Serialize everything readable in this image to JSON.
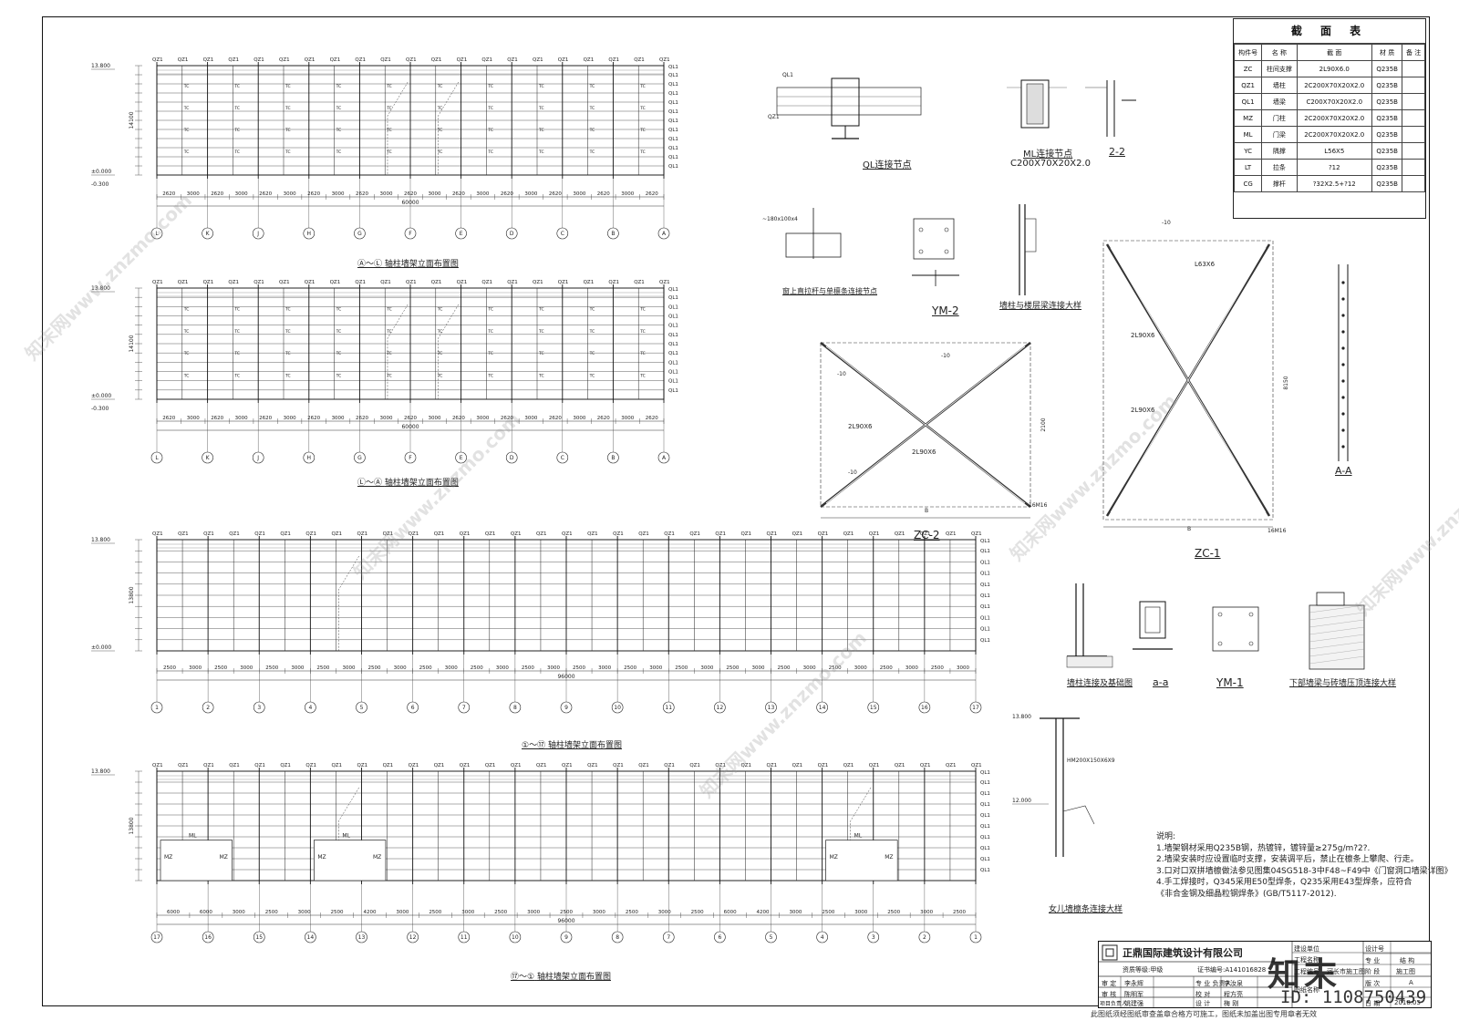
{
  "elevations": [
    {
      "title_axes": "Ⓐ～Ⓛ",
      "title_rest": "轴柱墙架立面布置图",
      "total": "60000",
      "height_label": "14100",
      "top_level": "13.800",
      "zero_level": "±0.000",
      "low_level": "-0.300",
      "axes": [
        "L",
        "K",
        "J",
        "H",
        "G",
        "F",
        "E",
        "D",
        "C",
        "B",
        "A"
      ],
      "dims": [
        "2620",
        "3000",
        "2620",
        "3000",
        "2620",
        "3000",
        "2620",
        "3000",
        "2620",
        "3000",
        "2620",
        "3000",
        "2620",
        "3000",
        "2620",
        "3000",
        "2620",
        "3000",
        "2620",
        "3000",
        "2620"
      ]
    },
    {
      "title_axes": "Ⓛ～Ⓐ",
      "title_rest": "轴柱墙架立面布置图",
      "total": "60000",
      "height_label": "14100",
      "top_level": "13.800",
      "zero_level": "±0.000",
      "low_level": "-0.300",
      "axes": [
        "L",
        "K",
        "J",
        "H",
        "G",
        "F",
        "E",
        "D",
        "C",
        "B",
        "A"
      ],
      "dims": [
        "2620",
        "3000",
        "2620",
        "3000",
        "2620",
        "3000",
        "2620",
        "3000",
        "2620",
        "3000",
        "2620",
        "3000",
        "2620",
        "3000",
        "2620",
        "3000",
        "2620",
        "3000",
        "2620",
        "3000",
        "2620"
      ]
    },
    {
      "title_axes": "①～⑰",
      "title_rest": "轴柱墙架立面布置图",
      "total": "96000",
      "height_label": "13800",
      "top_level": "13.800",
      "zero_level": "±0.000",
      "low_level": "",
      "axes": [
        "1",
        "2",
        "3",
        "4",
        "5",
        "6",
        "7",
        "8",
        "9",
        "10",
        "11",
        "12",
        "13",
        "14",
        "15",
        "16",
        "17"
      ],
      "dims": [
        "2500",
        "3000",
        "2500",
        "3000",
        "2500",
        "3000",
        "2500",
        "3000",
        "2500",
        "3000",
        "2500",
        "3000",
        "2500",
        "3000",
        "2500",
        "3000",
        "2500",
        "3000",
        "2500",
        "3000",
        "2500",
        "3000",
        "2500",
        "3000",
        "2500",
        "3000",
        "2500",
        "3000",
        "2500",
        "3000",
        "2500",
        "3000"
      ]
    },
    {
      "title_axes": "⑰～①",
      "title_rest": "轴柱墙架立面布置图",
      "total": "96000",
      "height_label": "13800",
      "top_level": "13.800",
      "zero_level": "",
      "low_level": "",
      "axes": [
        "17",
        "16",
        "15",
        "14",
        "13",
        "12",
        "11",
        "10",
        "9",
        "8",
        "7",
        "6",
        "5",
        "4",
        "3",
        "2",
        "1"
      ],
      "dims": [
        "6000",
        "6000",
        "3000",
        "2500",
        "3000",
        "2500",
        "4200",
        "3000",
        "2500",
        "3000",
        "2500",
        "3000",
        "2500",
        "3000",
        "2500",
        "3000",
        "2500",
        "6000",
        "4200",
        "3000",
        "2500",
        "3000",
        "2500",
        "3000",
        "2500"
      ]
    }
  ],
  "labels": {
    "qz1": "QZ1",
    "ql1": "QL1",
    "tc": "TC",
    "ml": "ML",
    "mz": "MZ"
  },
  "details": {
    "ql_node": "QL连接节点",
    "ml_node": "ML连接节点",
    "ml_section": "C200X70X20X2.0",
    "sec_22": "2-2",
    "window_node": "窗上直拉杆与单檩条连接节点",
    "ym2": "YM-2",
    "column_node": "墙柱与楼层梁连接大样",
    "zc2": "ZC-2",
    "zc1": "ZC-1",
    "aa": "A-A",
    "col_base": "墙柱连接及基础图",
    "a_a": "a-a",
    "ym1": "YM-1",
    "lower_beam": "下部墙梁与砖墙压顶连接大样",
    "parapet": "女儿墙檩条连接大样",
    "parapet_section": "HM200X150X6X9",
    "parapet_top": "13.800",
    "parapet_mid": "12.000",
    "brace_2l90": "2L90X6",
    "brace_l63": "L63X6",
    "plate": "-10",
    "bolt16": "16M16",
    "zc2_height": "2100",
    "zc1_height": "8150",
    "width_b": "B"
  },
  "section_table": {
    "title": "截 面 表",
    "headers": [
      "构件号",
      "名 称",
      "截 面",
      "材 质",
      "备 注"
    ],
    "rows": [
      [
        "ZC",
        "柱间支撑",
        "2L90X6.0",
        "Q235B",
        ""
      ],
      [
        "QZ1",
        "墙柱",
        "2C200X70X20X2.0",
        "Q235B",
        ""
      ],
      [
        "QL1",
        "墙梁",
        "C200X70X20X2.0",
        "Q235B",
        ""
      ],
      [
        "MZ",
        "门柱",
        "2C200X70X20X2.0",
        "Q235B",
        ""
      ],
      [
        "ML",
        "门梁",
        "2C200X70X20X2.0",
        "Q235B",
        ""
      ],
      [
        "YC",
        "隅撑",
        "L56X5",
        "Q235B",
        ""
      ],
      [
        "LT",
        "拉条",
        "?12",
        "Q235B",
        ""
      ],
      [
        "CG",
        "撑杆",
        "?32X2.5+?12",
        "Q235B",
        ""
      ]
    ]
  },
  "notes": {
    "title": "说明:",
    "lines": [
      "1.墙架钢材采用Q235B钢，热镀锌，镀锌量≥275g/m?2?.",
      "2.墙梁安装时应设置临时支撑，安装调平后，禁止在檩条上攀爬、行走。",
      "3.口对口双拼墙檩做法参见图集04SG518-3中F48~F49中《门窗洞口墙梁详图》",
      "4.手工焊接时，Q345采用E50型焊条，Q235采用E43型焊条，应符合",
      "《非合金钢及细晶粒钢焊条》(GB/T5117-2012)."
    ]
  },
  "title_block": {
    "company": "正鼎国际建筑设计有限公司",
    "qualification": "资质等级:甲级",
    "cert": "证书编号:A141016828",
    "project_unit_label": "建设单位",
    "project_name_label": "工程名称",
    "project_no_label": "工程编号",
    "drawing_name_label": "图纸名称",
    "design_no_label": "设计号",
    "discipline_label": "专 业",
    "discipline": "结 构",
    "stage_label": "阶 段",
    "stage": "施工图",
    "version_label": "版 次",
    "version": "A",
    "date_label": "日 期",
    "date": "2018.05",
    "roles": [
      {
        "role": "审 定",
        "name": "李永辉"
      },
      {
        "role": "审 核",
        "name": "陈明军"
      },
      {
        "role": "项目负责人",
        "name": "姚建强"
      }
    ],
    "roles2": [
      {
        "role": "专 业\n负责人",
        "name": "李汝泉"
      },
      {
        "role": "校 对",
        "name": "程方亮"
      },
      {
        "role": "设 计",
        "name": "梅 刚"
      }
    ],
    "drawing_ref": "河长市施工图",
    "footer": "此图纸须经图纸审查盖章合格方可施工，图纸未加盖出图专用章者无效"
  },
  "overlay": {
    "brand": "知末",
    "image_id": "ID: 1108750439",
    "watermark": "知末网www.znzmo.com"
  }
}
